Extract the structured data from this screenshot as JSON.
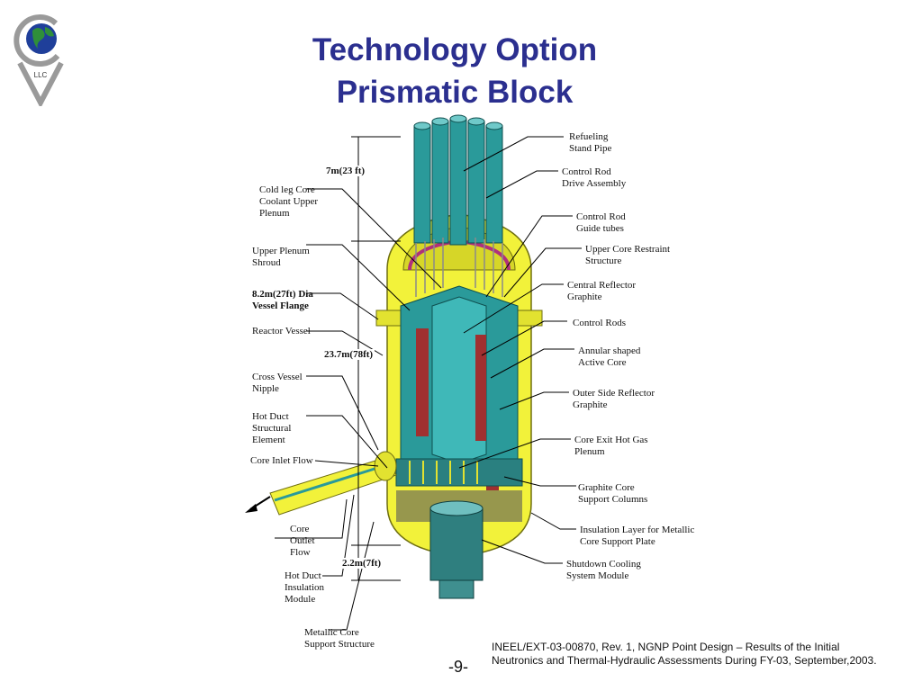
{
  "slide": {
    "title_line1": "Technology Option",
    "title_line2": "Prismatic Block",
    "logo_text": "LLC",
    "page_number": "-9-",
    "reference": "INEEL/EXT-03-00870, Rev. 1, NGNP Point Design – Results of the Initial Neutronics and Thermal-Hydraulic Assessments During FY-03, September,2003."
  },
  "colors": {
    "title": "#2b2f8f",
    "vessel_yellow": "#f2f23a",
    "teal": "#2a9a9a",
    "magenta": "#b0307c",
    "red_core": "#a03030"
  },
  "diagram": {
    "left_labels": [
      "Cold leg Core\nCoolant Upper\nPlenum",
      "Upper Plenum\nShroud",
      "8.2m(27ft) Dia\nVessel Flange",
      "Reactor Vessel",
      "Cross Vessel\nNipple",
      "Hot Duct\nStructural\nElement",
      "Core Inlet Flow",
      "Core\nOutlet\nFlow",
      "Hot Duct\nInsulation\nModule",
      "Metallic Core\nSupport Structure"
    ],
    "right_labels": [
      "Refueling\nStand Pipe",
      "Control Rod\nDrive Assembly",
      "Control Rod\nGuide tubes",
      "Upper Core Restraint\nStructure",
      "Central Reflector\nGraphite",
      "Control Rods",
      "Annular shaped\nActive Core",
      "Outer Side Reflector\nGraphite",
      "Core Exit Hot Gas\nPlenum",
      "Graphite Core\nSupport Columns",
      "Insulation Layer for Metallic\nCore Support Plate",
      "Shutdown Cooling\nSystem Module"
    ],
    "dimensions": [
      "7m(23 ft)",
      "23.7m(78ft)",
      "2.2m(7ft)"
    ]
  }
}
